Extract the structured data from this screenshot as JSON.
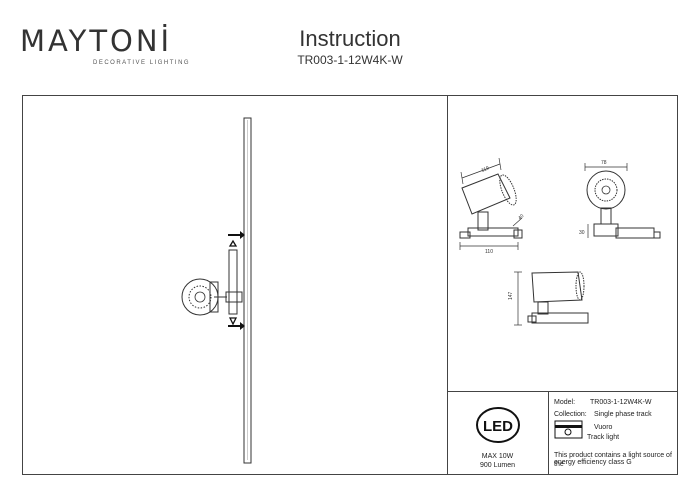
{
  "header": {
    "brand": "MAYTONİ",
    "brand_sub": "DECORATIVE LIGHTING",
    "title": "Instruction",
    "model": "TR003-1-12W4K-W"
  },
  "dimensions": {
    "d_119": "119",
    "d_110": "110",
    "d_40": "40",
    "d_78": "78",
    "d_30": "30",
    "d_147": "147"
  },
  "led_box": {
    "badge": "LED",
    "power": "MAX 10W",
    "lumen": "900 Lumen"
  },
  "specs": {
    "model_label": "Model:",
    "model_value": "TR003-1-12W4K-W",
    "collection_label": "Collection:",
    "collection_value": "Single phase track",
    "series": "Vuoro",
    "type": "Track light",
    "energy_line1": "This product contains a light source of the",
    "energy_line2": "energy efficiency class G"
  }
}
